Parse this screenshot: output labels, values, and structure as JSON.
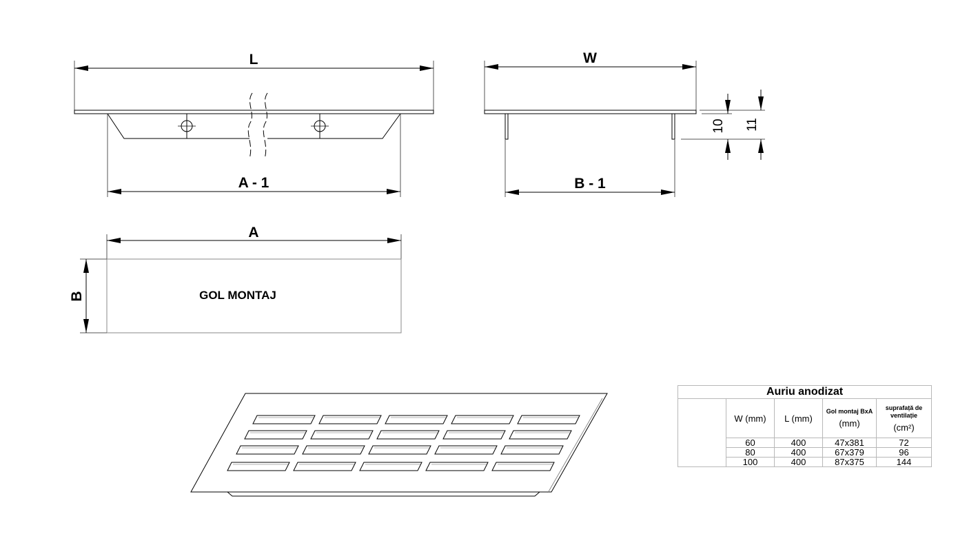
{
  "labels": {
    "L": "L",
    "W": "W",
    "A_minus_1": "A - 1",
    "B_minus_1": "B - 1",
    "A": "A",
    "B": "B",
    "dim_10": "10",
    "dim_11": "11",
    "gol_montaj": "GOL MONTAJ"
  },
  "table": {
    "title": "Auriu anodizat",
    "headers": {
      "w": "W (mm)",
      "l": "L (mm)",
      "gol_small": "Gol montaj BxA",
      "gol_unit": "(mm)",
      "supr_small": "suprafață de ventilație",
      "supr_unit": "(cm²)"
    },
    "rows": [
      {
        "w": "60",
        "l": "400",
        "gol": "47x381",
        "supr": "72"
      },
      {
        "w": "80",
        "l": "400",
        "gol": "67x379",
        "supr": "96"
      },
      {
        "w": "100",
        "l": "400",
        "gol": "87x375",
        "supr": "144"
      }
    ]
  }
}
